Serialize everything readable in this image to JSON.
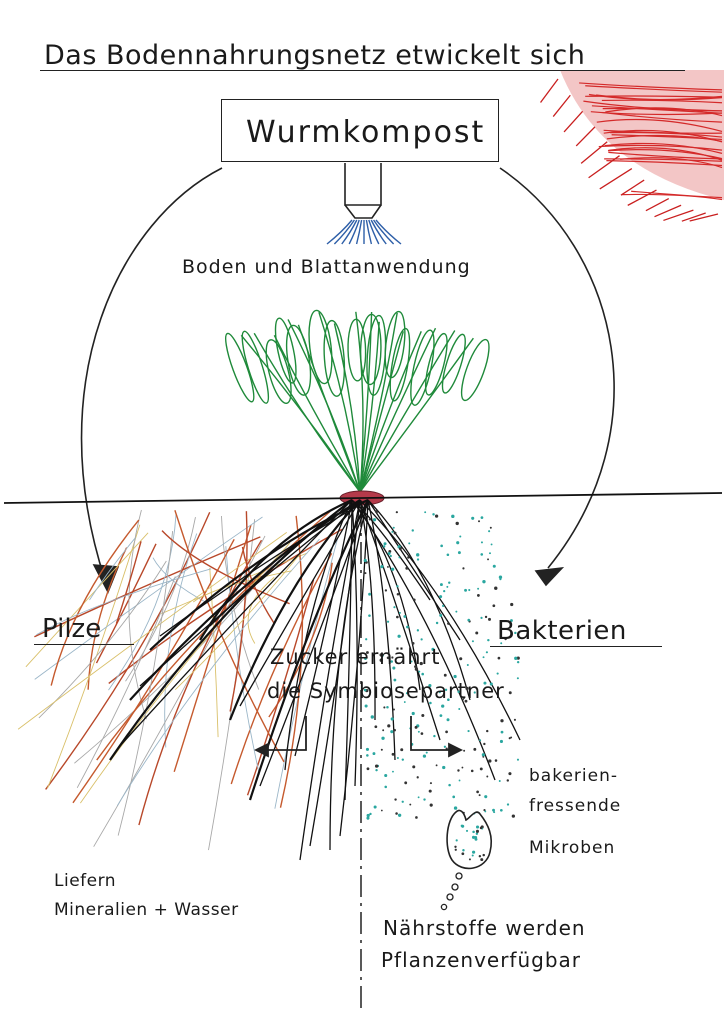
{
  "title": "Das Bodennahrungsnetz etwickelt sich",
  "source_box": "Wurmkompost",
  "application_label": "Boden und Blattanwendung",
  "left_branch": {
    "heading": "Pilze",
    "note_line1": "Liefern",
    "note_line2": "Mineralien + Wasser"
  },
  "right_branch": {
    "heading": "Bakterien",
    "note_line1": "bakerien-",
    "note_line2": "fressende",
    "note_line3": "Mikroben"
  },
  "center_note": {
    "line1": "Zucker ernährt",
    "line2": "die Symbiosepartner"
  },
  "result_note": {
    "line1": "Nährstoffe werden",
    "line2": "Pflanzenverfügbar"
  },
  "colors": {
    "ink": "#1a1a1a",
    "leaves": "#1f8a3a",
    "fungi": "#b8482a",
    "bacteria_dots": "#2aa7a0",
    "sun": "#d42a2a",
    "spray": "#2e5fa8"
  }
}
